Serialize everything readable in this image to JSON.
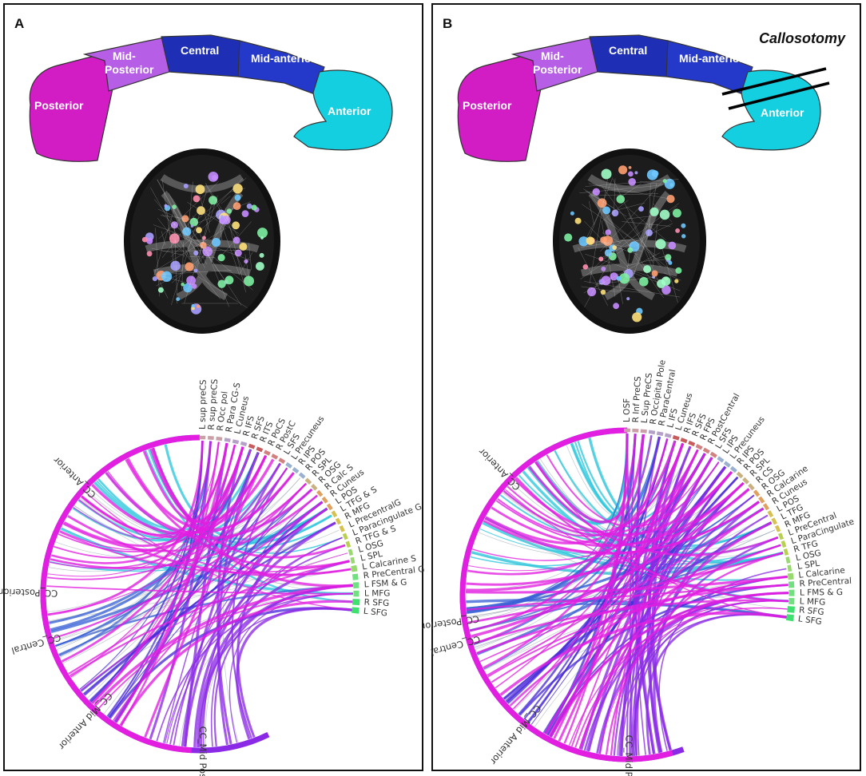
{
  "panels": [
    {
      "letter": "A",
      "callosotomy": "",
      "segments": {
        "posterior": "Posterior",
        "mid_posterior": "Mid-Posterior",
        "central": "Central",
        "mid_anterior": "Mid-anterior",
        "anterior": "Anterior"
      },
      "groups": [
        "CC_Anterior",
        "CC_Central",
        "CC_Mid Anterior",
        "CC_Mid Posterior",
        "CC_Posterior"
      ],
      "nodes": [
        "L sup preCS",
        "R sup preCS",
        "R Occ pol",
        "R Para CG-S",
        "L Cuneus",
        "R IFS",
        "R SFS",
        "R ITS",
        "R PoCS",
        "R PostC",
        "L SFS",
        "L Precuneus",
        "R IPS",
        "R POS",
        "R SPL",
        "R OSG",
        "R Calc S",
        "R Cuneus",
        "L POS",
        "L TFG & S",
        "R MFG",
        "L PrecentralG",
        "L Paracingulate G",
        "R TFG & S",
        "L OSG",
        "L SPL",
        "L Calcarine S",
        "R PreCentral G",
        "L FSM & G",
        "L MFG",
        "R SFG",
        "L SFG"
      ]
    },
    {
      "letter": "B",
      "callosotomy": "Callosotomy",
      "segments": {
        "posterior": "Posterior",
        "mid_posterior": "Mid-Posterior",
        "central": "Central",
        "mid_anterior": "Mid-anterior",
        "anterior": "Anterior"
      },
      "groups": [
        "CC_Anterior",
        "CC_Central",
        "CC_Mid Anterior",
        "CC_Mid Posterior",
        "CC_Posterior"
      ],
      "nodes": [
        "L OSF",
        "R Inf PreCS",
        "L Sup PreCS",
        "R Occipital Pole",
        "R ParaCentral",
        "L IFS",
        "L Cuneus",
        "R IFS",
        "R SFS",
        "R FPS",
        "R PostCentral",
        "L SFS",
        "L IPS",
        "L Precuneus",
        "R IPS",
        "R POS",
        "R SPL",
        "R CS",
        "R OSG",
        "R Calcarine",
        "R Cuneus",
        "L POS",
        "L TFG",
        "R MFG",
        "L PreCentral",
        "L ParaCingulate",
        "R TFG",
        "L OSG",
        "L SPL",
        "L Calcarine",
        "R PreCentral",
        "L FMS & G",
        "L MFG",
        "R SFG",
        "L SFG"
      ]
    }
  ],
  "colors": {
    "posterior": "#d21cc4",
    "mid_posterior": "#b65ee6",
    "central": "#1e2fb5",
    "mid_anterior": "#2438c9",
    "anterior": "#14cfe0",
    "arc_anterior": "#2cc7dd",
    "arc_central": "#3b63d6",
    "arc_mid_anterior": "#4a2cd8",
    "arc_mid_posterior": "#8a2ae6",
    "arc_posterior": "#e21ee0"
  }
}
